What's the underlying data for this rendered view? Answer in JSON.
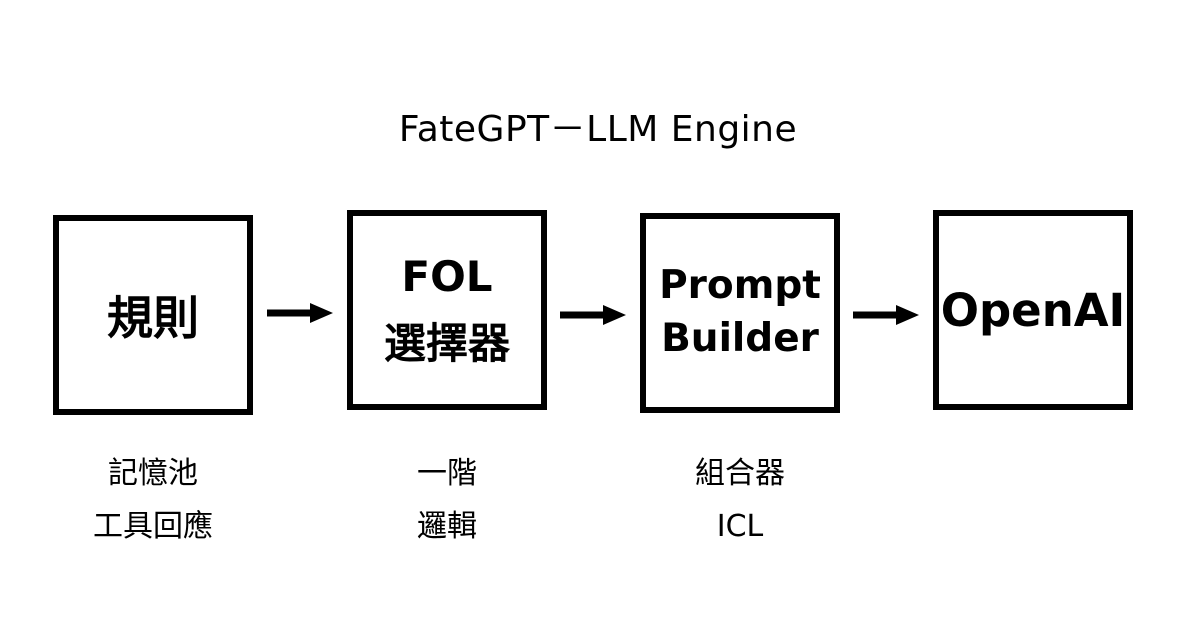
{
  "title": "FateGPT－LLM Engine",
  "colors": {
    "background": "#ffffff",
    "ink": "#000000"
  },
  "flow": {
    "arrow_icon": "arrow-right",
    "nodes": [
      {
        "label_lines": [
          "規則"
        ],
        "caption_lines": [
          "記憶池",
          "工具回應"
        ]
      },
      {
        "label_lines": [
          "FOL",
          "選擇器"
        ],
        "caption_lines": [
          "一階",
          "邏輯"
        ]
      },
      {
        "label_lines": [
          "Prompt",
          "Builder"
        ],
        "caption_lines": [
          "組合器",
          "ICL"
        ]
      },
      {
        "label_lines": [
          "OpenAI"
        ],
        "caption_lines": []
      }
    ]
  }
}
